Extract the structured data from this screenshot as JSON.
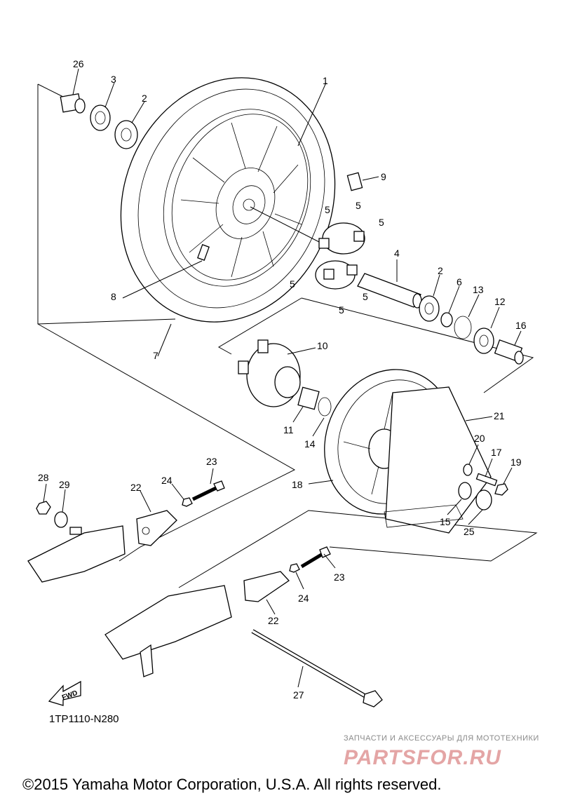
{
  "diagram": {
    "callouts": [
      {
        "id": "c26a",
        "text": "26"
      },
      {
        "id": "c3",
        "text": "3"
      },
      {
        "id": "c2a",
        "text": "2"
      },
      {
        "id": "c1",
        "text": "1"
      },
      {
        "id": "c9",
        "text": "9"
      },
      {
        "id": "c5a",
        "text": "5"
      },
      {
        "id": "c5b",
        "text": "5"
      },
      {
        "id": "c5c",
        "text": "5"
      },
      {
        "id": "c5d",
        "text": "5"
      },
      {
        "id": "c5e",
        "text": "5"
      },
      {
        "id": "c5f",
        "text": "5"
      },
      {
        "id": "c4",
        "text": "4"
      },
      {
        "id": "c2b",
        "text": "2"
      },
      {
        "id": "c6",
        "text": "6"
      },
      {
        "id": "c13",
        "text": "13"
      },
      {
        "id": "c12",
        "text": "12"
      },
      {
        "id": "c16",
        "text": "16"
      },
      {
        "id": "c8",
        "text": "8"
      },
      {
        "id": "c7",
        "text": "7"
      },
      {
        "id": "c10",
        "text": "10"
      },
      {
        "id": "c11",
        "text": "11"
      },
      {
        "id": "c14",
        "text": "14"
      },
      {
        "id": "c21",
        "text": "21"
      },
      {
        "id": "c20",
        "text": "20"
      },
      {
        "id": "c17",
        "text": "17"
      },
      {
        "id": "c19",
        "text": "19"
      },
      {
        "id": "c18",
        "text": "18"
      },
      {
        "id": "c15",
        "text": "15"
      },
      {
        "id": "c25",
        "text": "25"
      },
      {
        "id": "c23a",
        "text": "23"
      },
      {
        "id": "c24a",
        "text": "24"
      },
      {
        "id": "c22a",
        "text": "22"
      },
      {
        "id": "c28",
        "text": "28"
      },
      {
        "id": "c29",
        "text": "29"
      },
      {
        "id": "c23b",
        "text": "23"
      },
      {
        "id": "c24b",
        "text": "24"
      },
      {
        "id": "c22b",
        "text": "22"
      },
      {
        "id": "c27",
        "text": "27"
      }
    ],
    "fwd_label": "FWD",
    "diagram_code": "1TP1110-N280"
  },
  "watermark": {
    "line1": "ЗАПЧАСТИ И АКСЕССУАРЫ ДЛЯ МОТОТЕХНИКИ",
    "logo_text": "PARTSFOR.RU"
  },
  "copyright": "©2015 Yamaha Motor Corporation, U.S.A. All rights reserved."
}
